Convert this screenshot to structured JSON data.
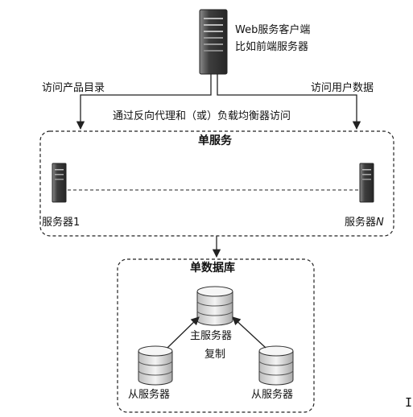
{
  "client": {
    "line1": "Web服务客户端",
    "line2": "比如前端服务器"
  },
  "left_label": "访问产品目录",
  "right_label": "访问用户数据",
  "proxy_label": "通过反向代理和（或）负载均衡器访问",
  "single_service": {
    "title": "单服务",
    "server_left": "服务器1",
    "server_right_prefix": "服务器",
    "server_right_italic": "N"
  },
  "single_database": {
    "title": "单数据库",
    "master": "主服务器",
    "replication": "复制",
    "slave_left": "从服务器",
    "slave_right": "从服务器"
  },
  "colors": {
    "line": "#222222",
    "server_body": "#4a4a4a",
    "db_fill": "#e6e6e6"
  },
  "cursor_glyph": "I"
}
